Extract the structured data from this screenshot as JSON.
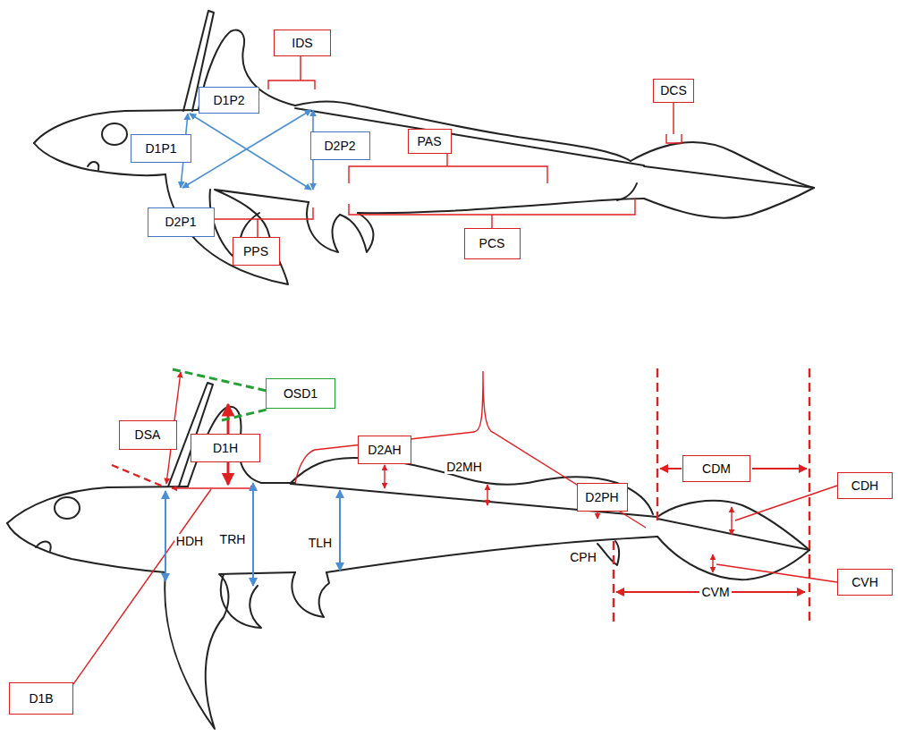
{
  "diagram": {
    "nodes": [
      {
        "text": [
          "IDS"
        ]
      },
      {
        "text": [
          "D1P2"
        ]
      },
      {
        "text": [
          "DCS"
        ]
      },
      {
        "text": [
          "D1P1"
        ]
      },
      {
        "text": [
          "D2P2"
        ]
      },
      {
        "text": [
          "PAS"
        ]
      },
      {
        "text": [
          "D2P1"
        ]
      },
      {
        "text": [
          "PPS"
        ]
      },
      {
        "text": [
          "PCS"
        ]
      },
      {
        "text": [
          "OSD1"
        ]
      },
      {
        "text": [
          "DSA"
        ]
      },
      {
        "text": [
          "D1H"
        ]
      },
      {
        "text": [
          "D2AH"
        ]
      },
      {
        "text": [
          "D2PH"
        ]
      },
      {
        "text": [
          "CDM"
        ]
      },
      {
        "text": [
          "CDH"
        ]
      },
      {
        "text": [
          "CVH"
        ]
      },
      {
        "text": [
          "D1B"
        ]
      }
    ],
    "labels": [
      "D2MH",
      "CPH",
      "HDH",
      "TRH",
      "TLH",
      "CVM"
    ]
  }
}
